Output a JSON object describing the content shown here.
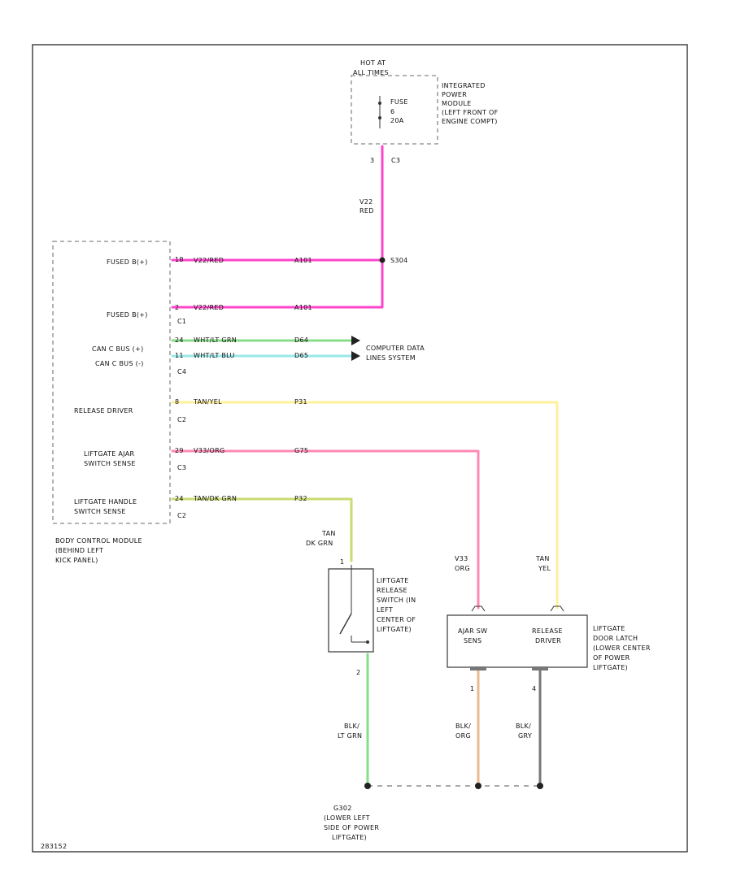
{
  "diagram_id": "283152",
  "power_source": {
    "hot_label": [
      "HOT AT",
      "ALL TIMES"
    ],
    "fuse_label": [
      "FUSE",
      "6",
      "20A"
    ],
    "module_label": [
      "INTEGRATED",
      "POWER",
      "MODULE",
      "(LEFT FRONT OF",
      "ENGINE COMPT)"
    ],
    "pin": "3",
    "connector": "C3"
  },
  "feed_wire": {
    "circuit": "V22",
    "color": "RED"
  },
  "splice": "S304",
  "bcm": {
    "label": [
      "BODY CONTROL MODULE",
      "(BEHIND LEFT",
      "KICK PANEL)"
    ],
    "pins": [
      {
        "label": [
          "FUSED B(+)"
        ],
        "pin": "18",
        "wire": "V22/RED",
        "circuit": "A101",
        "connector": ""
      },
      {
        "label": [
          "FUSED B(+)"
        ],
        "pin": "2",
        "wire": "V22/RED",
        "circuit": "A101",
        "connector": "C1"
      },
      {
        "label": [
          "CAN C BUS (+)"
        ],
        "pin": "24",
        "wire": "WHT/LT GRN",
        "circuit": "D64",
        "connector": ""
      },
      {
        "label": [
          "CAN C BUS (-)"
        ],
        "pin": "11",
        "wire": "WHT/LT BLU",
        "circuit": "D65",
        "connector": "C4"
      },
      {
        "label": [
          "RELEASE DRIVER"
        ],
        "pin": "8",
        "wire": "TAN/YEL",
        "circuit": "P31",
        "connector": "C2"
      },
      {
        "label": [
          "LIFTGATE AJAR",
          "SWITCH SENSE"
        ],
        "pin": "29",
        "wire": "V33/ORG",
        "circuit": "G75",
        "connector": "C3"
      },
      {
        "label": [
          "LIFTGATE HANDLE",
          "SWITCH SENSE"
        ],
        "pin": "24",
        "wire": "TAN/DK GRN",
        "circuit": "P32",
        "connector": "C2"
      }
    ]
  },
  "data_link": {
    "label": [
      "COMPUTER DATA",
      "LINES SYSTEM"
    ]
  },
  "release_switch": {
    "wire_in": [
      "TAN",
      "DK GRN"
    ],
    "pin_top": "1",
    "pin_bottom": "2",
    "label": [
      "LIFTGATE",
      "RELEASE",
      "SWITCH (IN",
      "LEFT",
      "CENTER OF",
      "LIFTGATE)"
    ],
    "wire_out": [
      "BLK/",
      "LT GRN"
    ]
  },
  "latch": {
    "wire_ajar": [
      "V33",
      "ORG"
    ],
    "wire_release": [
      "TAN",
      "YEL"
    ],
    "ajar_label": [
      "AJAR SW",
      "SENS"
    ],
    "release_label": [
      "RELEASE",
      "DRIVER"
    ],
    "label": [
      "LIFTGATE",
      "DOOR LATCH",
      "(LOWER CENTER",
      "OF POWER",
      "LIFTGATE)"
    ],
    "pin_ajar": "1",
    "pin_ground": "4",
    "wire_ajar_ground": [
      "BLK/",
      "ORG"
    ],
    "wire_release_ground": [
      "BLK/",
      "GRY"
    ]
  },
  "ground": {
    "label": [
      "G302",
      "(LOWER LEFT",
      "SIDE OF POWER",
      "LIFTGATE)"
    ]
  },
  "colors": {
    "pink": "#ff44cc",
    "green": "#88dd88",
    "cyan": "#99e8e8",
    "yellow": "#fff09a",
    "rose": "#ff88b4",
    "olive": "#c8dc70",
    "tan_ground": "#e8b890",
    "grey": "#777777"
  }
}
